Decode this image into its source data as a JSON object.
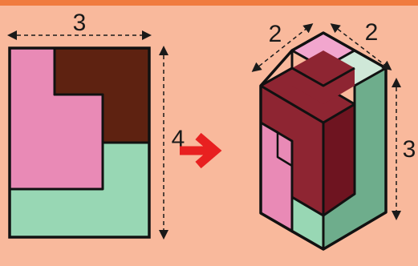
{
  "colors": {
    "background": "#f9b99c",
    "top_strip": "#f07b3f",
    "pink": "#e98ab6",
    "dark_brown": "#5e2211",
    "mint": "#98d7b4",
    "maroon_front": "#8e2532",
    "maroon_side": "#6e1420",
    "light_pink_top": "#f2a6ce",
    "light_mint_top": "#cfe8d8",
    "green_side": "#6ead8c",
    "arrow_red": "#e82020",
    "outline": "#111111"
  },
  "flat_view": {
    "width_label": "3",
    "height_label": "4"
  },
  "iso_view": {
    "depth_label_left": "2",
    "depth_label_right": "2",
    "height_label": "3"
  },
  "arrow_icon": "right-arrow"
}
